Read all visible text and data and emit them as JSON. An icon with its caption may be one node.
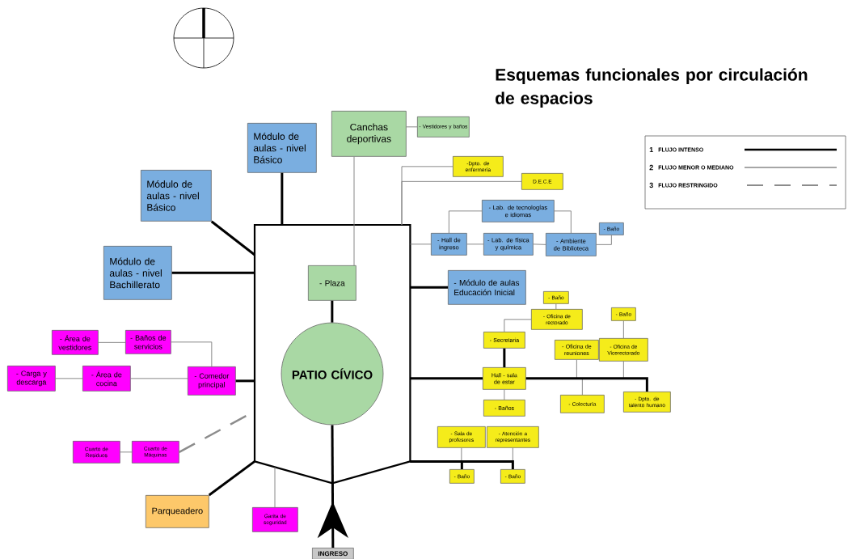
{
  "diagram": {
    "title": "Esquemas funcionales por circulación de espacios",
    "nodes": [
      {
        "text": [],
        "shape": "box"
      },
      {
        "text": [
          "- Plaza"
        ],
        "in": 0
      },
      {
        "text": [
          "PATIO CÍVICO"
        ],
        "in": 0
      },
      {
        "text": [
          "Canchas deportivas"
        ]
      },
      {
        "text": [
          "- Vestidores y baños"
        ]
      },
      {
        "text": [
          "Módulo de aulas - nivel Básico"
        ]
      },
      {
        "text": [
          "Módulo de aulas - nivel Básico"
        ]
      },
      {
        "text": [
          "Módulo de aulas - nivel Bachillerato"
        ]
      },
      {
        "text": [
          "-Dpto. de enfermería"
        ]
      },
      {
        "text": [
          "D.E.C.E"
        ]
      },
      {
        "text": [
          "- Lab. de tecnologías e idiomas"
        ]
      },
      {
        "text": [
          "- Hall de ingreso"
        ]
      },
      {
        "text": [
          "- Lab. de física y química"
        ]
      },
      {
        "text": [
          "- Ambiente de Biblioteca"
        ]
      },
      {
        "text": [
          "- Baño"
        ]
      },
      {
        "text": [
          "- Módulo de aulas Educación Inicial"
        ]
      },
      {
        "text": [
          "- Baño"
        ]
      },
      {
        "text": [
          "- Oficina de rectorado"
        ]
      },
      {
        "text": [
          "- Baño"
        ]
      },
      {
        "text": [
          "- Secretaria"
        ]
      },
      {
        "text": [
          "- Oficina de reuniones"
        ]
      },
      {
        "text": [
          "- Oficina de Vicerectorado"
        ]
      },
      {
        "text": [
          "Hall - sala de estar"
        ]
      },
      {
        "text": [
          "- Baños"
        ]
      },
      {
        "text": [
          "- Colecturía"
        ]
      },
      {
        "text": [
          "- Dpto. de talento humano"
        ]
      },
      {
        "text": [
          "- Área de vestidores"
        ]
      },
      {
        "text": [
          "- Baños de servicios"
        ]
      },
      {
        "text": [
          "- Carga y descarga"
        ]
      },
      {
        "text": [
          "- Área de cocina"
        ]
      },
      {
        "text": [
          "- Comedor principal"
        ]
      },
      {
        "text": [
          "- Sala de profesores"
        ]
      },
      {
        "text": [
          "- Atención a representantes"
        ]
      },
      {
        "text": [
          "- Baño"
        ]
      },
      {
        "text": [
          "- Baño"
        ]
      },
      {
        "text": [
          "Cuarto de Residuos"
        ]
      },
      {
        "text": [
          "Cuarto de Máquinas"
        ]
      },
      {
        "text": [
          "Parqueadero"
        ]
      },
      {
        "text": [
          "Garita de seguridad"
        ]
      },
      {
        "text": [
          "INGRESO"
        ]
      }
    ],
    "edges": [
      {
        "from": 3,
        "to": 4,
        "arrow": "none"
      },
      {
        "from": 3,
        "to": 1,
        "arrow": "none"
      },
      {
        "from": 5,
        "to": 0,
        "arrow": "none",
        "style": "thick",
        "color": "#000000"
      },
      {
        "from": 6,
        "to": 0,
        "arrow": "none",
        "style": "thick",
        "color": "#000000"
      },
      {
        "from": 7,
        "to": 0,
        "arrow": "none",
        "style": "thick",
        "color": "#000000"
      },
      {
        "from": 1,
        "to": 2,
        "arrow": "none",
        "style": "thick",
        "color": "#000000"
      },
      {
        "from": 0,
        "to": 8,
        "arrow": "none"
      },
      {
        "from": 0,
        "to": 9,
        "arrow": "none"
      },
      {
        "from": 0,
        "to": 11,
        "arrow": "none"
      },
      {
        "from": 11,
        "to": 10,
        "arrow": "none"
      },
      {
        "from": 11,
        "to": 12,
        "arrow": "none"
      },
      {
        "from": 12,
        "to": 13,
        "arrow": "none"
      },
      {
        "from": 10,
        "to": 13,
        "arrow": "none"
      },
      {
        "from": 13,
        "to": 14,
        "arrow": "none"
      },
      {
        "from": 0,
        "to": 15,
        "arrow": "none",
        "style": "thick",
        "color": "#000000"
      },
      {
        "from": 16,
        "to": 17,
        "arrow": "none"
      },
      {
        "from": 17,
        "to": 19,
        "arrow": "none"
      },
      {
        "from": 19,
        "to": 22,
        "arrow": "none",
        "style": "thick",
        "color": "#000000"
      },
      {
        "from": 0,
        "to": 22,
        "arrow": "none",
        "style": "thick",
        "color": "#000000"
      },
      {
        "from": 22,
        "to": 20,
        "arrow": "none"
      },
      {
        "from": 22,
        "to": 24,
        "arrow": "none"
      },
      {
        "from": 18,
        "to": 21,
        "arrow": "none"
      },
      {
        "from": 22,
        "to": 21,
        "arrow": "none"
      },
      {
        "from": 22,
        "to": 25,
        "arrow": "none",
        "style": "thick",
        "color": "#000000"
      },
      {
        "from": 22,
        "to": 23,
        "arrow": "none"
      },
      {
        "from": 31,
        "to": 33,
        "arrow": "none"
      },
      {
        "from": 32,
        "to": 34,
        "arrow": "none"
      },
      {
        "from": 0,
        "to": 33,
        "arrow": "none",
        "style": "thick",
        "color": "#000000"
      },
      {
        "from": 0,
        "to": 34,
        "arrow": "none",
        "style": "thick",
        "color": "#000000"
      },
      {
        "from": 26,
        "to": 27,
        "arrow": "none"
      },
      {
        "from": 27,
        "to": 30,
        "arrow": "none"
      },
      {
        "from": 28,
        "to": 29,
        "arrow": "none"
      },
      {
        "from": 29,
        "to": 30,
        "arrow": "none"
      },
      {
        "from": 30,
        "to": 0,
        "arrow": "none",
        "style": "thick",
        "color": "#000000"
      },
      {
        "from": 35,
        "to": 36,
        "arrow": "none"
      },
      {
        "from": 36,
        "to": 0,
        "arrow": "none",
        "style": "dashed"
      },
      {
        "from": 0,
        "to": 37,
        "arrow": "none",
        "style": "thick",
        "color": "#000000"
      },
      {
        "from": 0,
        "to": 38,
        "arrow": "none"
      },
      {
        "from": 39,
        "to": 2,
        "arrow": "to",
        "style": "thick",
        "color": "#000000"
      }
    ],
    "labels": [
      "1",
      "2",
      "3"
    ],
    "legend": [
      {
        "text": "FLUJO INTENSO"
      },
      {
        "text": "FLUJO MENOR O MEDIANO"
      },
      {
        "text": "FLUJO RESTRINGIDO"
      }
    ]
  }
}
